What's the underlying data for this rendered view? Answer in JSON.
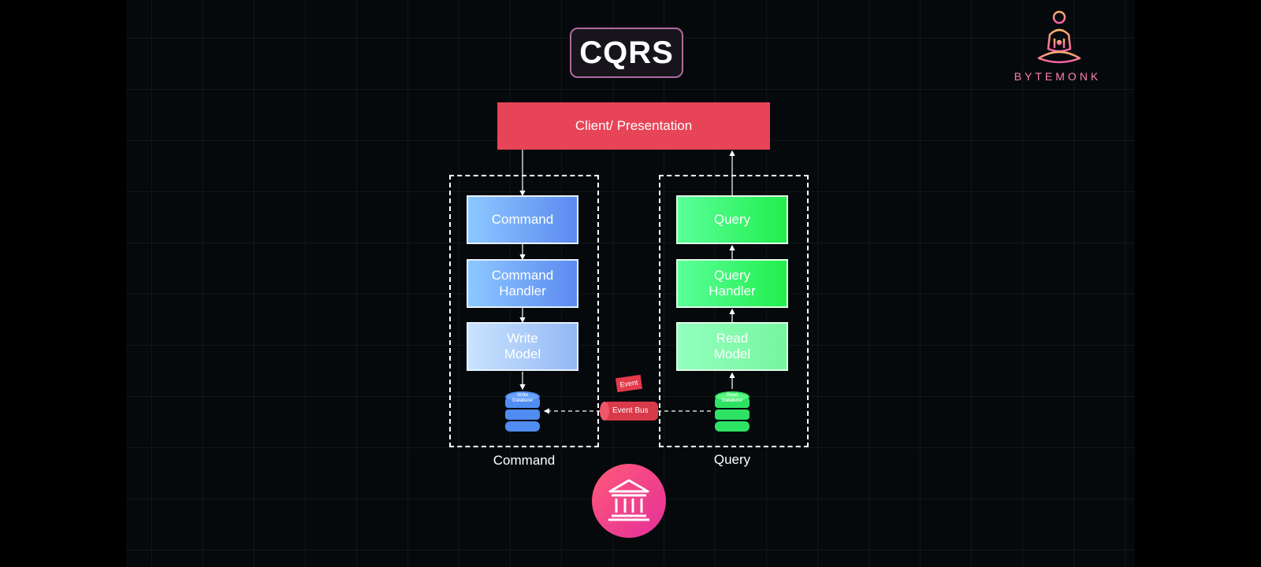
{
  "title": "CQRS",
  "brand": {
    "name": "BYTEMONK",
    "logo_icon": "monk-meditation-icon"
  },
  "client": {
    "label": "Client/ Presentation"
  },
  "command_side": {
    "group_label": "Command",
    "nodes": [
      {
        "label": "Command"
      },
      {
        "label": "Command Handler"
      },
      {
        "label": "Write Model"
      }
    ],
    "database_label": "Write Database",
    "database_icon": "database-icon"
  },
  "query_side": {
    "group_label": "Query",
    "nodes": [
      {
        "label": "Query"
      },
      {
        "label": "Query Handler"
      },
      {
        "label": "Read Model"
      }
    ],
    "database_label": "Read Database",
    "database_icon": "database-icon"
  },
  "event_bus": {
    "label": "Event Bus",
    "tag": "Event"
  },
  "bottom_icon": "bank-building-icon",
  "colors": {
    "accent_red": "#e84457",
    "command_blue": "#5b8af0",
    "query_green": "#22ee4c",
    "brand_pink": "#ff7fb0",
    "bank_gradient_start": "#ff5a78",
    "bank_gradient_end": "#e42f9a"
  }
}
